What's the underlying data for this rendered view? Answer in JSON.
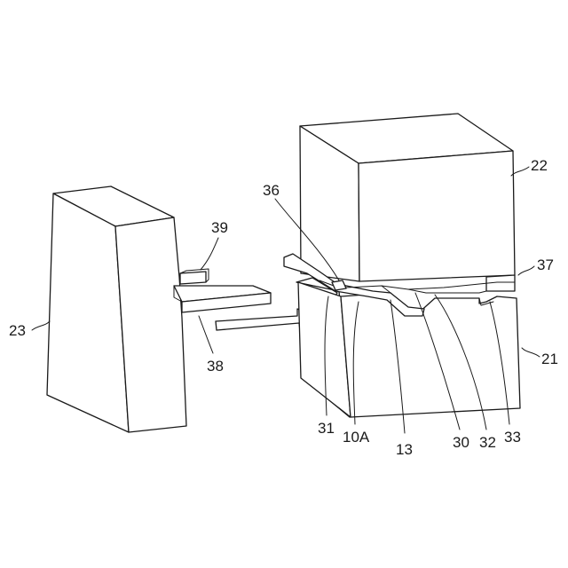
{
  "labels": {
    "l21": "21",
    "l22": "22",
    "l23": "23",
    "l36": "36",
    "l37": "37",
    "l38": "38",
    "l39": "39",
    "l31": "31",
    "l10A": "10A",
    "l13": "13",
    "l30": "30",
    "l32": "32",
    "l33": "33"
  }
}
